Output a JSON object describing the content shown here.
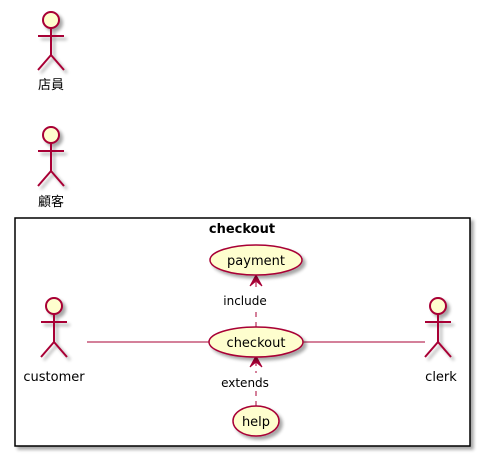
{
  "colors": {
    "actor_fill": "#FEFECE",
    "actor_stroke": "#A80036",
    "usecase_fill": "#FEFECE",
    "usecase_stroke": "#A80036",
    "line": "#A80036",
    "frame": "#000000",
    "shadow": "#C8C8C8",
    "text": "#000000"
  },
  "actors": {
    "staff": {
      "label": "店員"
    },
    "guest": {
      "label": "顧客"
    },
    "customer": {
      "label": "customer"
    },
    "clerk": {
      "label": "clerk"
    }
  },
  "package": {
    "title": "checkout"
  },
  "usecases": {
    "payment": {
      "label": "payment"
    },
    "checkout": {
      "label": "checkout"
    },
    "help": {
      "label": "help"
    }
  },
  "relations": {
    "include": {
      "label": "include"
    },
    "extends": {
      "label": "extends"
    }
  }
}
